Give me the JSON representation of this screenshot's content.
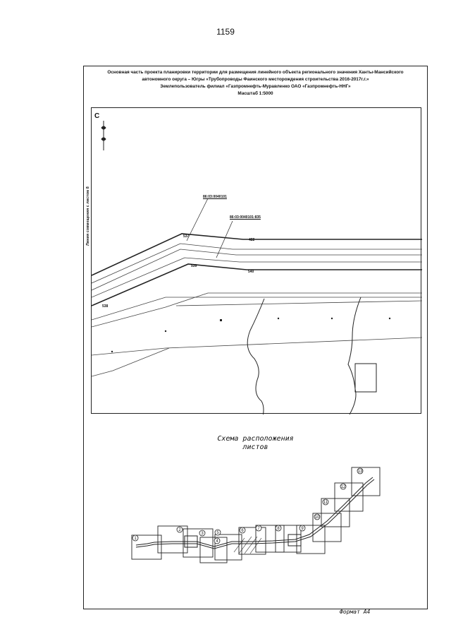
{
  "page": {
    "number": "1159"
  },
  "header": {
    "line1": "Основная часть проекта планировки территории для размещения линейного объекта регионального значения Ханты-Мансийского",
    "line2": "автономного округа – Югры «Трубопроводы Фаинского месторождения строительства 2016-2017г.г.»",
    "line3": "Землепользователь филиал «Газпромнефть-Муравленко ОАО «Газпромнефть-ННГ»",
    "line4": "Масштаб 1:5000"
  },
  "map": {
    "north_letter": "С",
    "side_label": "Линия совмещения с листом 8",
    "parcels": [
      "86:03:0040101",
      "86:03:0040101:835"
    ],
    "points": [
      "537",
      "422",
      "539",
      "540",
      "538"
    ]
  },
  "scheme": {
    "title_line1": "Схема расположения",
    "title_line2": "листов",
    "sheet_numbers": [
      "1",
      "2",
      "3",
      "4",
      "5",
      "6",
      "7",
      "8",
      "9",
      "10",
      "11",
      "12",
      "13"
    ]
  },
  "footer": {
    "format": "Формат А4"
  }
}
